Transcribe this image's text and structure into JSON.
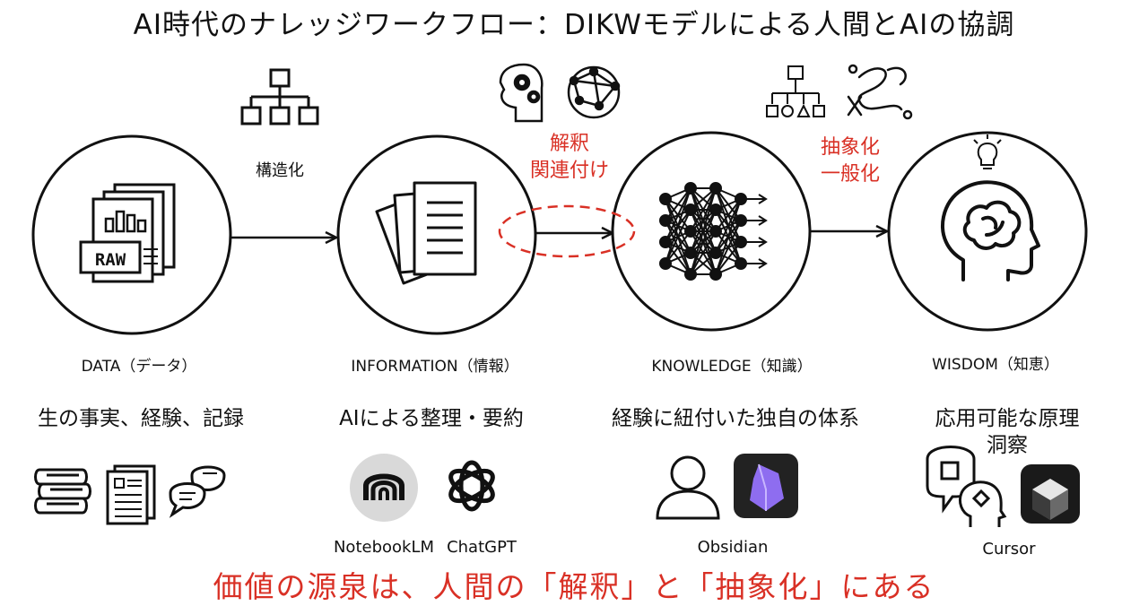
{
  "title": "AI時代のナレッジワークフロー：DIKWモデルによる人間とAIの協調",
  "transition_labels": {
    "structure": "構造化",
    "interpret_line1": "解釈",
    "interpret_line2": "関連付け",
    "abstract_line1": "抽象化",
    "abstract_line2": "一般化"
  },
  "stages": [
    {
      "label": "DATA（データ）",
      "description": "生の事実、経験、記録"
    },
    {
      "label": "INFORMATION（情報）",
      "description": "AIによる整理・要約"
    },
    {
      "label": "KNOWLEDGE（知識）",
      "description": "経験に紐付いた独自の体系"
    },
    {
      "label": "WISDOM（知恵）",
      "description_line1": "応用可能な原理",
      "description_line2": "洞察"
    }
  ],
  "tools": {
    "notebooklm": "NotebookLM",
    "chatgpt": "ChatGPT",
    "obsidian": "Obsidian",
    "cursor": "Cursor"
  },
  "icons": {
    "raw_badge": "RAW",
    "data": "raw-data-document-icon",
    "information": "documents-stack-icon",
    "knowledge": "neural-network-icon",
    "wisdom": "head-brain-icon"
  },
  "colors": {
    "accent_red": "#d93025",
    "ink": "#111111"
  },
  "footer": "価値の源泉は、人間の「解釈」と「抽象化」にある"
}
